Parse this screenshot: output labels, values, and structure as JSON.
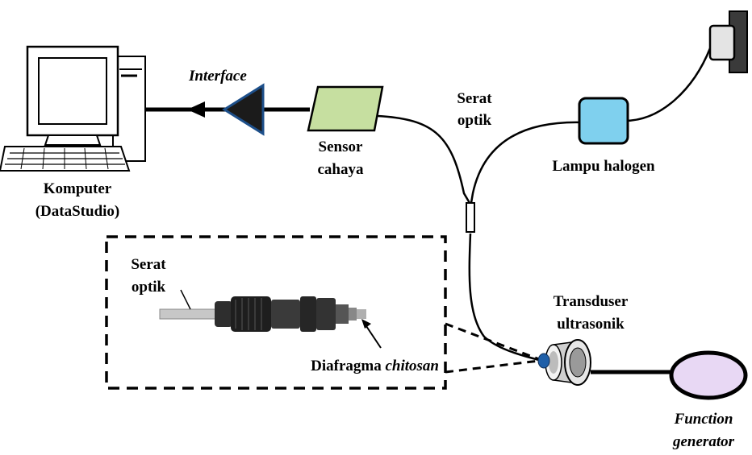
{
  "labels": {
    "interface": "Interface",
    "computer_line1": "Komputer",
    "computer_line2": "(DataStudio)",
    "sensor_line1": "Sensor",
    "sensor_line2": "cahaya",
    "fiber_top_line1": "Serat",
    "fiber_top_line2": "optik",
    "lamp": "Lampu halogen",
    "fiber_inset_line1": "Serat",
    "fiber_inset_line2": "optik",
    "diaphragm_plain": "Diafragma ",
    "diaphragm_italic": "chitosan",
    "transducer_line1": "Transduser",
    "transducer_line2": "ultrasonik",
    "function_line1": "Function",
    "function_line2": "generator"
  },
  "colors": {
    "sensor_fill": "#c6dfa0",
    "lamp_fill": "#7fd0ee",
    "generator_fill": "#e8d8f4",
    "interface_fill": "#1b1b1b",
    "interface_edge": "#1d4f8a",
    "diaphragm_dot": "#1f5fa8"
  },
  "icons": {
    "computer": "desktop-computer-icon",
    "connector": "fiber-connector-icon",
    "transducer": "ultrasonic-transducer-icon",
    "lamp_socket": "lamp-socket-icon"
  }
}
